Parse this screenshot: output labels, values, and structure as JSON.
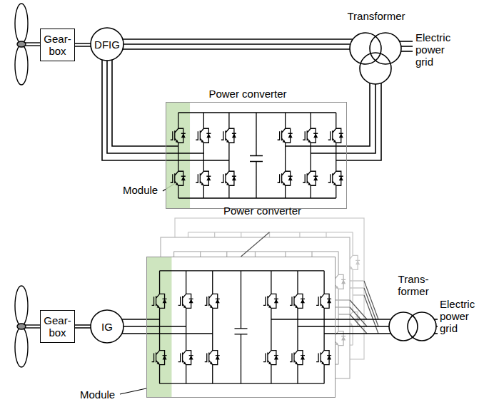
{
  "diagram": {
    "nodes": [
      {
        "text": [
          "Gear- box"
        ]
      },
      {
        "text": [
          "DFIG"
        ]
      },
      {
        "text": [
          "Transformer"
        ]
      },
      {
        "text": [
          "Power converter"
        ]
      },
      {
        "text": [
          "Gear- box"
        ]
      },
      {
        "text": [
          "IG"
        ]
      },
      {
        "text": [
          "Trans- former"
        ]
      },
      {
        "text": [
          "Power converter"
        ]
      }
    ],
    "edges": [
      {
        "from": 0,
        "to": 1,
        "arrow": "none"
      },
      {
        "from": 1,
        "to": 2,
        "arrow": "none"
      },
      {
        "from": 1,
        "to": 3,
        "arrow": "none"
      },
      {
        "from": 3,
        "to": 2,
        "arrow": "none"
      },
      {
        "from": 4,
        "to": 5,
        "arrow": "none"
      },
      {
        "from": 5,
        "to": 7,
        "arrow": "none"
      },
      {
        "from": 7,
        "to": 6,
        "arrow": "none"
      }
    ],
    "labels": [
      "Electric power grid",
      "Module",
      "Electric power grid",
      "Module"
    ]
  }
}
